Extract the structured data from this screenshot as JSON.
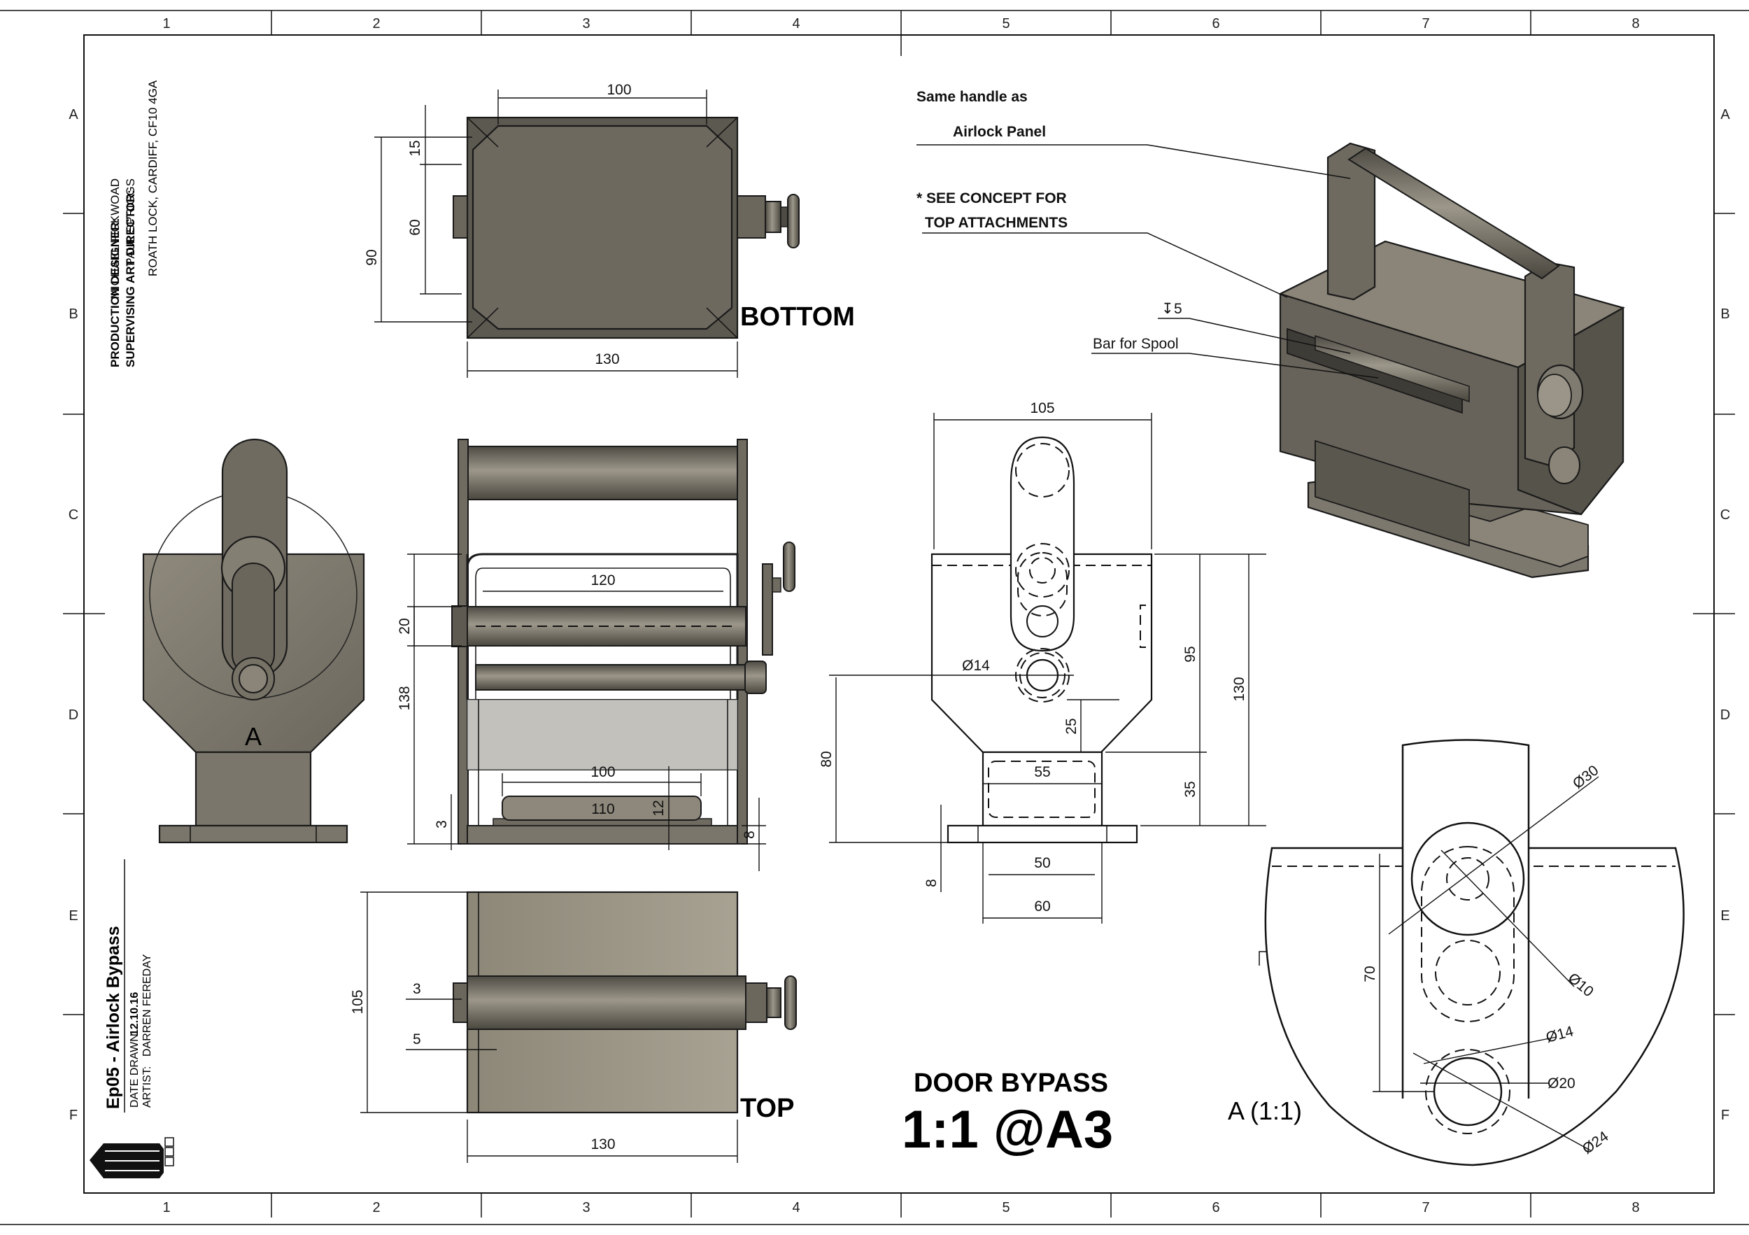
{
  "title_block": {
    "production_designer_label": "PRODUCTION DESIGNER:",
    "production_designer": "MICHAEL PICKWOAD",
    "art_director_label": "SUPERVISING ART DIRECTOR:",
    "art_director": "PAUL SPRIGGS",
    "address": "ROATH LOCK, CARDIFF, CF10 4GA",
    "episode_title": "Ep05 - Airlock Bypass",
    "date_label": "DATE DRAWN:",
    "date": "12.10.16",
    "artist_label": "ARTIST:",
    "artist": "DARREN FEREDAY",
    "logo_text": "BBC"
  },
  "zones": {
    "columns": [
      "1",
      "2",
      "3",
      "4",
      "5",
      "6",
      "7",
      "8"
    ],
    "rows": [
      "A",
      "B",
      "C",
      "D",
      "E",
      "F"
    ]
  },
  "annotations": {
    "handle_line1": "Same handle as",
    "handle_line2": "Airlock Panel",
    "concept_line1": "* SEE CONCEPT FOR",
    "concept_line2": "TOP ATTACHMENTS",
    "depth_note": "5",
    "spool_note": "Bar for Spool"
  },
  "view_labels": {
    "bottom": "BOTTOM",
    "top": "TOP",
    "section_marker": "A",
    "detail": "A (1:1)"
  },
  "sheet_title": {
    "name": "DOOR BYPASS",
    "scale": "1:1 @A3"
  },
  "dimensions": {
    "bottom_view": {
      "width_top": "100",
      "width_overall": "130",
      "height_overall": "90",
      "offset": "15",
      "inner": "60"
    },
    "front_view": {
      "width_frame": "120",
      "gap": "20",
      "height": "138",
      "tray_width": "100",
      "tray_inner": "110",
      "tray_height": "12",
      "base": "3",
      "foot": "8"
    },
    "top_view": {
      "height": "105",
      "offset_a": "3",
      "offset_b": "5",
      "width": "130"
    },
    "side_view": {
      "width_top": "105",
      "hole": "Ø14",
      "height_upper": "95",
      "height_total": "130",
      "neck": "25",
      "lower": "80",
      "stem": "55",
      "stem_lower": "35",
      "base_inner": "50",
      "base_outer": "60",
      "base_thickness": "8"
    },
    "detail_view": {
      "d30": "Ø30",
      "d10": "Ø10",
      "len": "70",
      "d14": "Ø14",
      "d20": "Ø20",
      "d24": "Ø24"
    }
  },
  "colors": {
    "metal_dark": "#5f5c54",
    "metal_mid": "#7c786e",
    "metal_light": "#a29d90",
    "line": "#111111"
  }
}
